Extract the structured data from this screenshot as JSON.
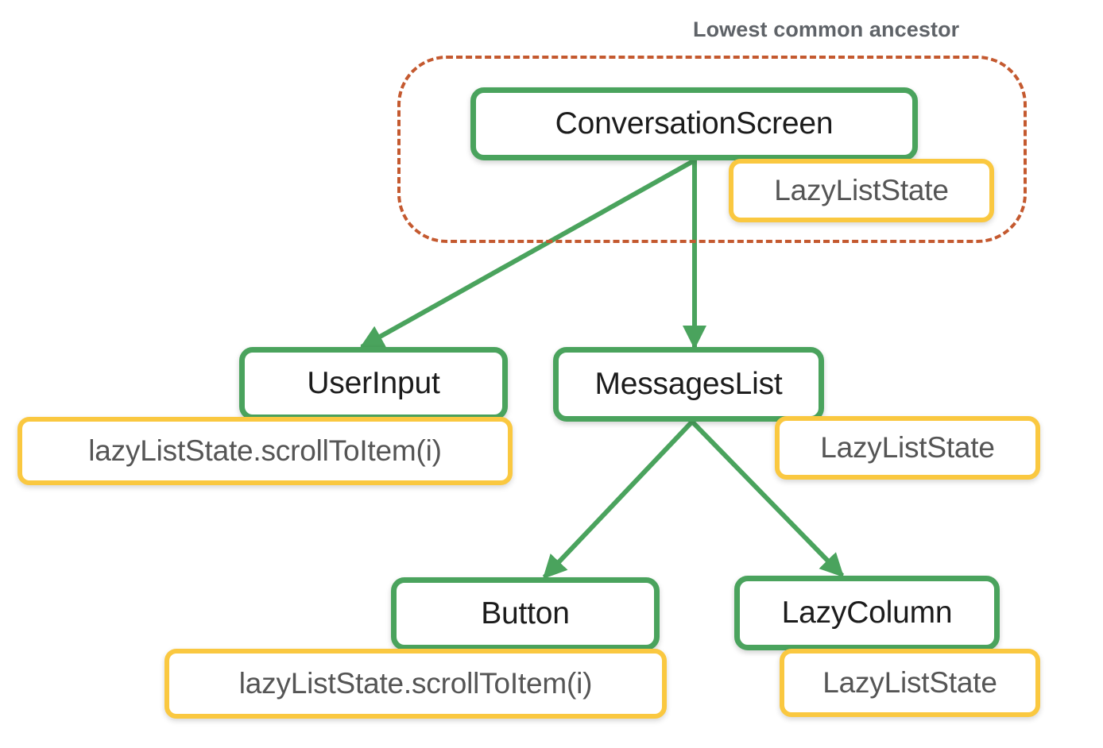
{
  "diagram": {
    "title": "Lowest common ancestor",
    "colors": {
      "node_border": "#4aa35d",
      "badge_border": "#fac840",
      "region_border": "#c4592f",
      "node_text": "#1c1c1c",
      "badge_text": "#555555",
      "title_text": "#5f6368",
      "background": "#ffffff"
    },
    "region": {
      "label": "Lowest common ancestor",
      "style": "dashed"
    },
    "nodes": [
      {
        "id": "conversation-screen",
        "label": "ConversationScreen"
      },
      {
        "id": "user-input",
        "label": "UserInput"
      },
      {
        "id": "messages-list",
        "label": "MessagesList"
      },
      {
        "id": "button",
        "label": "Button"
      },
      {
        "id": "lazy-column",
        "label": "LazyColumn"
      }
    ],
    "badges": [
      {
        "id": "conversation-state",
        "label": "LazyListState"
      },
      {
        "id": "user-input-call",
        "label": "lazyListState.scrollToItem(i)"
      },
      {
        "id": "messages-state",
        "label": "LazyListState"
      },
      {
        "id": "button-call",
        "label": "lazyListState.scrollToItem(i)"
      },
      {
        "id": "lazy-column-state",
        "label": "LazyListState"
      }
    ],
    "edges": [
      {
        "from": "conversation-screen",
        "to": "user-input"
      },
      {
        "from": "conversation-screen",
        "to": "messages-list"
      },
      {
        "from": "messages-list",
        "to": "button"
      },
      {
        "from": "messages-list",
        "to": "lazy-column"
      }
    ]
  }
}
